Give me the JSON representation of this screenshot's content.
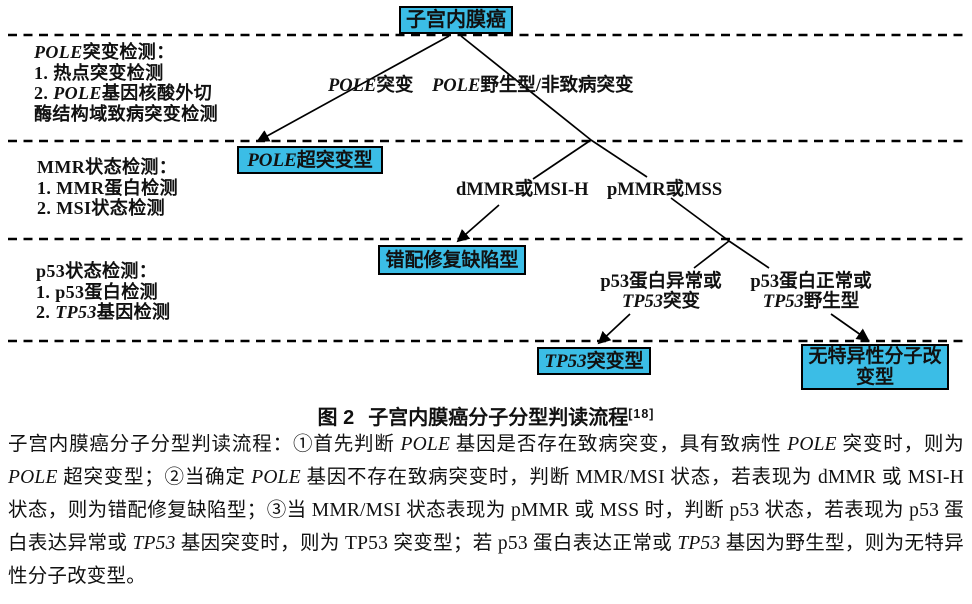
{
  "colors": {
    "box_fill": "#3bbde6",
    "box_border": "#000000",
    "line_color": "#000000"
  },
  "diagram": {
    "boxes": {
      "root": [
        {
          "t": "子宫内膜癌"
        }
      ],
      "pole": [
        {
          "t": "POLE",
          "i": true
        },
        {
          "t": "超突变型"
        }
      ],
      "mmrd": [
        {
          "t": "错配修复缺陷型"
        }
      ],
      "tp53": [
        {
          "t": "TP53",
          "i": true
        },
        {
          "t": "突变型"
        }
      ],
      "nsmp": [
        {
          "t": "无特异性分子改变型"
        }
      ]
    },
    "side_labels": {
      "s1l1": [
        {
          "t": "POLE",
          "i": true
        },
        {
          "t": "突变检测："
        }
      ],
      "s1l2": [
        {
          "t": "1. 热点突变检测"
        }
      ],
      "s1l3": [
        {
          "t": "2. "
        },
        {
          "t": "POLE",
          "i": true
        },
        {
          "t": "基因核酸外切"
        }
      ],
      "s1l4": [
        {
          "t": "酶结构域致病突变检测"
        }
      ],
      "s2l1": [
        {
          "t": "MMR状态检测："
        }
      ],
      "s2l2": [
        {
          "t": "1. MMR蛋白检测"
        }
      ],
      "s2l3": [
        {
          "t": "2. MSI状态检测"
        }
      ],
      "s3l1": [
        {
          "t": "p53状态检测："
        }
      ],
      "s3l2": [
        {
          "t": "1. p53蛋白检测"
        }
      ],
      "s3l3": [
        {
          "t": "2. "
        },
        {
          "t": "TP53",
          "i": true
        },
        {
          "t": "基因检测"
        }
      ]
    },
    "edge_labels": {
      "pole_mut": [
        {
          "t": "POLE",
          "i": true
        },
        {
          "t": "突变"
        }
      ],
      "pole_wt": [
        {
          "t": "POLE",
          "i": true
        },
        {
          "t": "野生型/非致病突变"
        }
      ],
      "dmmr": [
        {
          "t": "dMMR或MSI-H"
        }
      ],
      "pmmr": [
        {
          "t": "pMMR或MSS"
        }
      ],
      "p53_abn_line1": [
        {
          "t": "p53蛋白异常或"
        }
      ],
      "p53_abn_line2": [
        {
          "t": "TP53",
          "i": true
        },
        {
          "t": "突变"
        }
      ],
      "p53_wt_line1": [
        {
          "t": "p53蛋白正常或"
        }
      ],
      "p53_wt_line2": [
        {
          "t": "TP53",
          "i": true
        },
        {
          "t": "野生型"
        }
      ]
    }
  },
  "caption": {
    "fig_label": "图 2",
    "title": "子宫内膜癌分子分型判读流程",
    "ref": "[18]"
  },
  "description": {
    "runs": [
      {
        "t": "子宫内膜癌分子分型判读流程：①首先判断 "
      },
      {
        "t": "POLE",
        "i": true
      },
      {
        "t": " 基因是否存在致病突变，具有致病性 "
      },
      {
        "t": "POLE",
        "i": true
      },
      {
        "t": " 突变时，则为 "
      },
      {
        "t": "POLE",
        "i": true
      },
      {
        "t": " 超突变型；②当确定 "
      },
      {
        "t": "POLE",
        "i": true
      },
      {
        "t": " 基因不存在致病突变时，判断 MMR/MSI 状态，若表现为 dMMR 或 MSI-H 状态，则为错配修复缺陷型；③当 MMR/MSI 状态表现为 pMMR 或 MSS 时，判断 p53 状态，若表现为 p53 蛋白表达异常或 "
      },
      {
        "t": "TP53",
        "i": true
      },
      {
        "t": " 基因突变时，则为 TP53 突变型；若 p53 蛋白表达正常或 "
      },
      {
        "t": "TP53",
        "i": true
      },
      {
        "t": " 基因为野生型，则为无特异性分子改变型。"
      }
    ]
  }
}
